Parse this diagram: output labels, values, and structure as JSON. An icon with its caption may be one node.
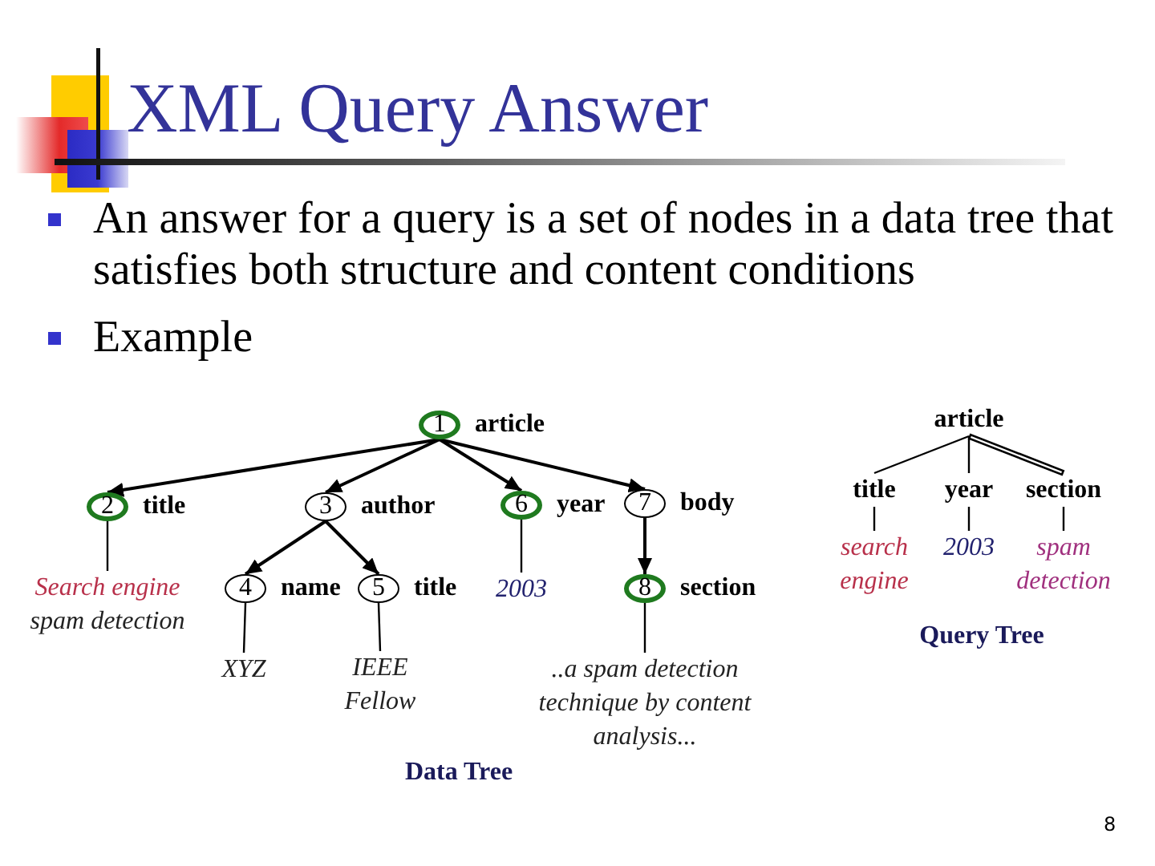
{
  "diagram": {
    "title": "XML Query Answer",
    "nodes": [
      {
        "text": [
          "1"
        ],
        "beside": [
          "article"
        ]
      },
      {
        "text": [
          "2"
        ],
        "beside": [
          "title"
        ]
      },
      {
        "text": [
          "3"
        ],
        "beside": [
          "author"
        ]
      },
      {
        "text": [
          "6"
        ],
        "beside": [
          "year"
        ]
      },
      {
        "text": [
          "7"
        ],
        "beside": [
          "body"
        ]
      },
      {
        "text": [
          "Search engine spam detection"
        ]
      },
      {
        "text": [
          "4"
        ],
        "beside": [
          "name"
        ]
      },
      {
        "text": [
          "5"
        ],
        "beside": [
          "title"
        ]
      },
      {
        "text": [
          "2003"
        ]
      },
      {
        "text": [
          "8"
        ],
        "beside": [
          "section"
        ]
      },
      {
        "text": [
          "XYZ"
        ]
      },
      {
        "text": [
          "IEEE Fellow"
        ]
      },
      {
        "text": [
          "..a spam detection technique by content analysis..."
        ]
      },
      {
        "text": [
          "article"
        ]
      },
      {
        "text": [
          "title"
        ]
      },
      {
        "text": [
          "year"
        ]
      },
      {
        "text": [
          "section"
        ]
      },
      {
        "text": [
          "search engine"
        ]
      },
      {
        "text": [
          "2003"
        ]
      },
      {
        "text": [
          "spam detection"
        ]
      }
    ],
    "edges": [
      {
        "from": 0,
        "to": 1,
        "arrow": "to"
      },
      {
        "from": 0,
        "to": 2,
        "arrow": "to"
      },
      {
        "from": 0,
        "to": 3,
        "arrow": "to"
      },
      {
        "from": 0,
        "to": 4,
        "arrow": "to"
      },
      {
        "from": 1,
        "to": 5,
        "arrow": "none"
      },
      {
        "from": 2,
        "to": 6,
        "arrow": "to"
      },
      {
        "from": 2,
        "to": 7,
        "arrow": "to"
      },
      {
        "from": 3,
        "to": 8,
        "arrow": "none"
      },
      {
        "from": 4,
        "to": 9,
        "arrow": "to"
      },
      {
        "from": 6,
        "to": 10,
        "arrow": "none"
      },
      {
        "from": 7,
        "to": 11,
        "arrow": "none"
      },
      {
        "from": 9,
        "to": 12,
        "arrow": "none"
      },
      {
        "from": 13,
        "to": 14,
        "arrow": "none"
      },
      {
        "from": 13,
        "to": 15,
        "arrow": "none"
      },
      {
        "from": 13,
        "to": 16,
        "arrow": "none",
        "style": "thick"
      },
      {
        "from": 14,
        "to": 17,
        "arrow": "none"
      },
      {
        "from": 15,
        "to": 18,
        "arrow": "none"
      },
      {
        "from": 16,
        "to": 19,
        "arrow": "none"
      }
    ],
    "labels": [
      "An answer for a query is a set of nodes in a data tree that satisfies both structure and content conditions",
      "Example",
      "Query Tree",
      "Data Tree",
      "8"
    ]
  }
}
